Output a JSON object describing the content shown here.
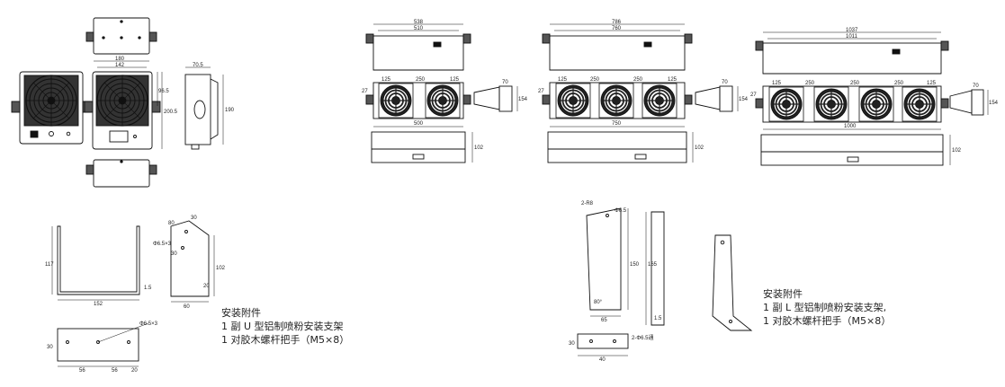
{
  "single_unit": {
    "dims": [
      "180",
      "142",
      "96.5",
      "200.5",
      "70.5",
      "190"
    ]
  },
  "double_unit": {
    "top": [
      "538",
      "510"
    ],
    "front": [
      "125",
      "250",
      "125",
      "500",
      "27"
    ],
    "side": [
      "70",
      "154"
    ],
    "bottom": [
      "102"
    ]
  },
  "triple_unit": {
    "top": [
      "786",
      "760"
    ],
    "front": [
      "125",
      "250",
      "250",
      "125",
      "750",
      "27"
    ],
    "side": [
      "70",
      "154"
    ],
    "bottom": [
      "102"
    ]
  },
  "quad_unit": {
    "top": [
      "1037",
      "1011"
    ],
    "front": [
      "125",
      "250",
      "250",
      "250",
      "125",
      "1000",
      "27"
    ],
    "side": [
      "70",
      "154"
    ],
    "bottom": [
      "102"
    ]
  },
  "u_bracket": {
    "dims": [
      "117",
      "1.5",
      "152",
      "30",
      "60",
      "102",
      "20",
      "30",
      "56",
      "56",
      "20"
    ],
    "holes": [
      "Φ6.5×3",
      "Φ6.5×3",
      "30",
      "80"
    ]
  },
  "l_bracket": {
    "dims": [
      "2-R8",
      "Φ6.5",
      "150",
      "165",
      "65",
      "1.5",
      "30",
      "40"
    ],
    "holes": [
      "2-Φ6.5通",
      "80°"
    ]
  },
  "notes_u": {
    "line1": "安装附件",
    "line2": "1 副 U 型铝制喷粉安装支架",
    "line3": "1 对胶木螺杆把手（M5×8）"
  },
  "notes_l": {
    "line1": "安装附件",
    "line2": "1 副 L 型铝制喷粉安装支架,",
    "line3": "1 对胶木螺杆把手（M5×8）"
  }
}
